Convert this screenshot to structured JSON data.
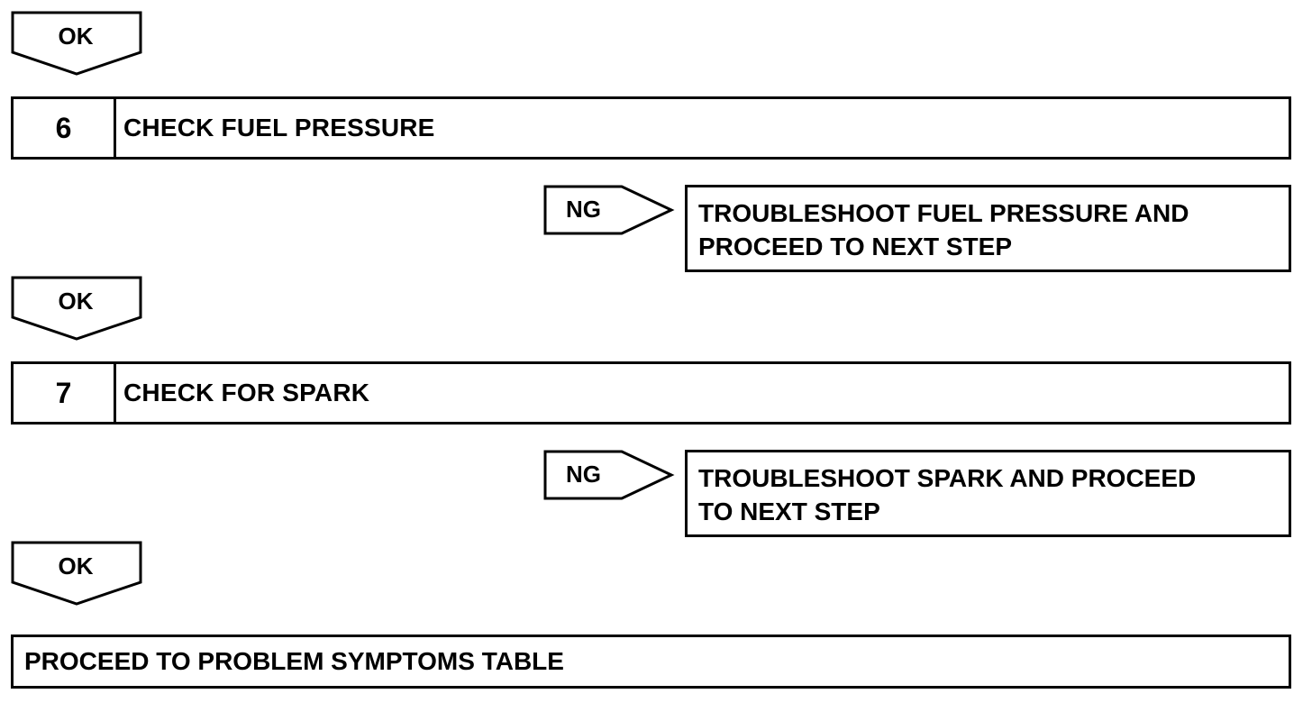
{
  "flow": {
    "ok_label": "OK",
    "ng_label": "NG",
    "steps": [
      {
        "number": "6",
        "title": "CHECK FUEL PRESSURE",
        "ng_result": [
          "TROUBLESHOOT FUEL PRESSURE AND",
          "PROCEED TO NEXT STEP"
        ]
      },
      {
        "number": "7",
        "title": "CHECK FOR SPARK",
        "ng_result": [
          "TROUBLESHOOT SPARK AND PROCEED",
          "TO NEXT STEP"
        ]
      }
    ],
    "final_action": "PROCEED TO PROBLEM SYMPTOMS TABLE"
  }
}
